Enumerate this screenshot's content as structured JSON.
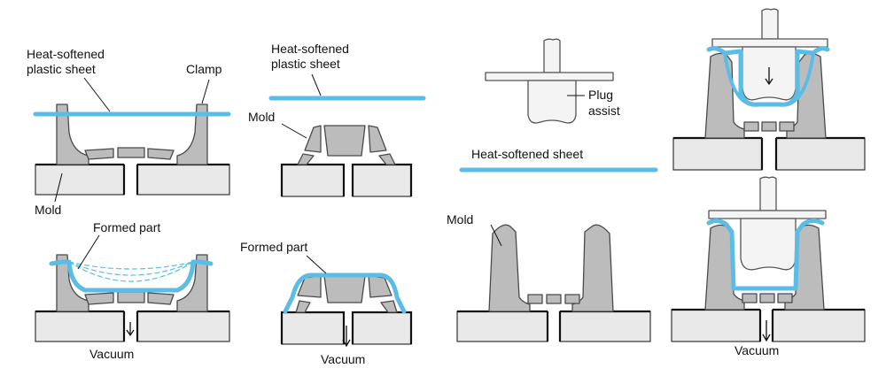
{
  "colors": {
    "sheet": "#5bbde6",
    "mold": "#bcbcbc",
    "outline": "#4a4a4a",
    "base": "#e9e9e9",
    "plug": "#f4f4f4"
  },
  "panels": {
    "vacuum_top_left": {
      "sheet_label_line1": "Heat-softened",
      "sheet_label_line2": "plastic sheet",
      "clamp_label": "Clamp",
      "mold_label": "Mold"
    },
    "vacuum_bottom_left": {
      "formed_label": "Formed part",
      "vacuum_label": "Vacuum"
    },
    "vacuum_top_middle": {
      "sheet_label_line1": "Heat-softened",
      "sheet_label_line2": "plastic sheet",
      "mold_label": "Mold"
    },
    "vacuum_bottom_middle": {
      "formed_label": "Formed part",
      "vacuum_label": "Vacuum"
    },
    "plug_assist_left": {
      "plug_label_line1": "Plug",
      "plug_label_line2": "assist",
      "sheet_label": "Heat-softened sheet",
      "mold_label": "Mold"
    },
    "plug_assist_bottom_right": {
      "vacuum_label": "Vacuum"
    }
  }
}
